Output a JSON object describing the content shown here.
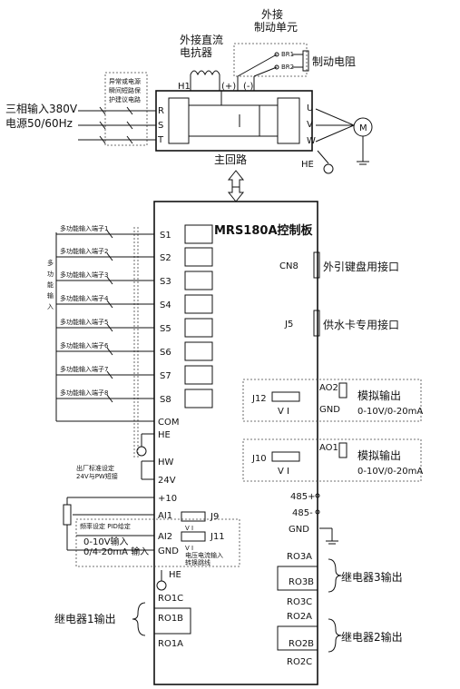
{
  "top": {
    "ext_brake_unit": [
      "外接",
      "制动单元"
    ],
    "ext_dc_reactor": [
      "外接直流",
      "电抗器"
    ],
    "brake_resistor": "制动电阻",
    "three_phase_input": [
      "三相输入380V",
      "电源50/60Hz"
    ],
    "breaker_note": [
      "异常或电源",
      "瞬间短路保",
      "护建议电路"
    ],
    "main_circuit": "主回路",
    "terminals": {
      "H1": "H1",
      "plus": "(+)",
      "minus": "(-)",
      "R": "R",
      "S": "S",
      "T": "T",
      "U": "U",
      "V": "V",
      "W": "W",
      "HE": "HE",
      "BR1": "BR1",
      "BR2": "BR2",
      "M": "M"
    }
  },
  "board": {
    "title": "MRS180A控制板",
    "left_group_label": [
      "多",
      "功",
      "能",
      "输",
      "入"
    ],
    "inputs": [
      {
        "label": "多功能输入端子1",
        "terminal": "S1"
      },
      {
        "label": "多功能输入端子2",
        "terminal": "S2"
      },
      {
        "label": "多功能输入端子3",
        "terminal": "S3"
      },
      {
        "label": "多功能输入端子4",
        "terminal": "S4"
      },
      {
        "label": "多功能输入端子5",
        "terminal": "S5"
      },
      {
        "label": "多功能输入端子6",
        "terminal": "S6"
      },
      {
        "label": "多功能输入端子7",
        "terminal": "S7"
      },
      {
        "label": "多功能输入端子8",
        "terminal": "S8"
      }
    ],
    "com": "COM",
    "he": "HE",
    "hw": "HW",
    "factory_note": [
      "出厂标准设定",
      "24V与PW短接"
    ],
    "v24": "24V",
    "p10": "+10",
    "ai1": "AI1",
    "ai2": "AI2",
    "gnd": "GND",
    "pid_note": "频率设定 PID给定",
    "ai_range": [
      "0-10V输入",
      "0/4-20mA 输入"
    ],
    "volt_current_note": [
      "电压电流输入",
      "转换跳线"
    ],
    "j9": "J9",
    "j11": "J11",
    "vi": "V  I",
    "ro1c": "RO1C",
    "ro1b": "RO1B",
    "ro1a": "RO1A",
    "relay1": "继电器1输出",
    "cn8": "CN8",
    "cn8_desc": "外引键盘用接口",
    "j5": "J5",
    "j5_desc": "供水卡专用接口",
    "j12": "J12",
    "ao2": "AO2",
    "ao1": "AO1",
    "j10": "J10",
    "analog_out": "模拟输出",
    "analog_range": "0-10V/0-20mA",
    "rs485p": "485+",
    "rs485m": "485-",
    "ro3a": "RO3A",
    "ro3b": "RO3B",
    "ro3c": "RO3C",
    "relay3": "继电器3输出",
    "ro2a": "RO2A",
    "ro2b": "RO2B",
    "ro2c": "RO2C",
    "relay2": "继电器2输出"
  }
}
